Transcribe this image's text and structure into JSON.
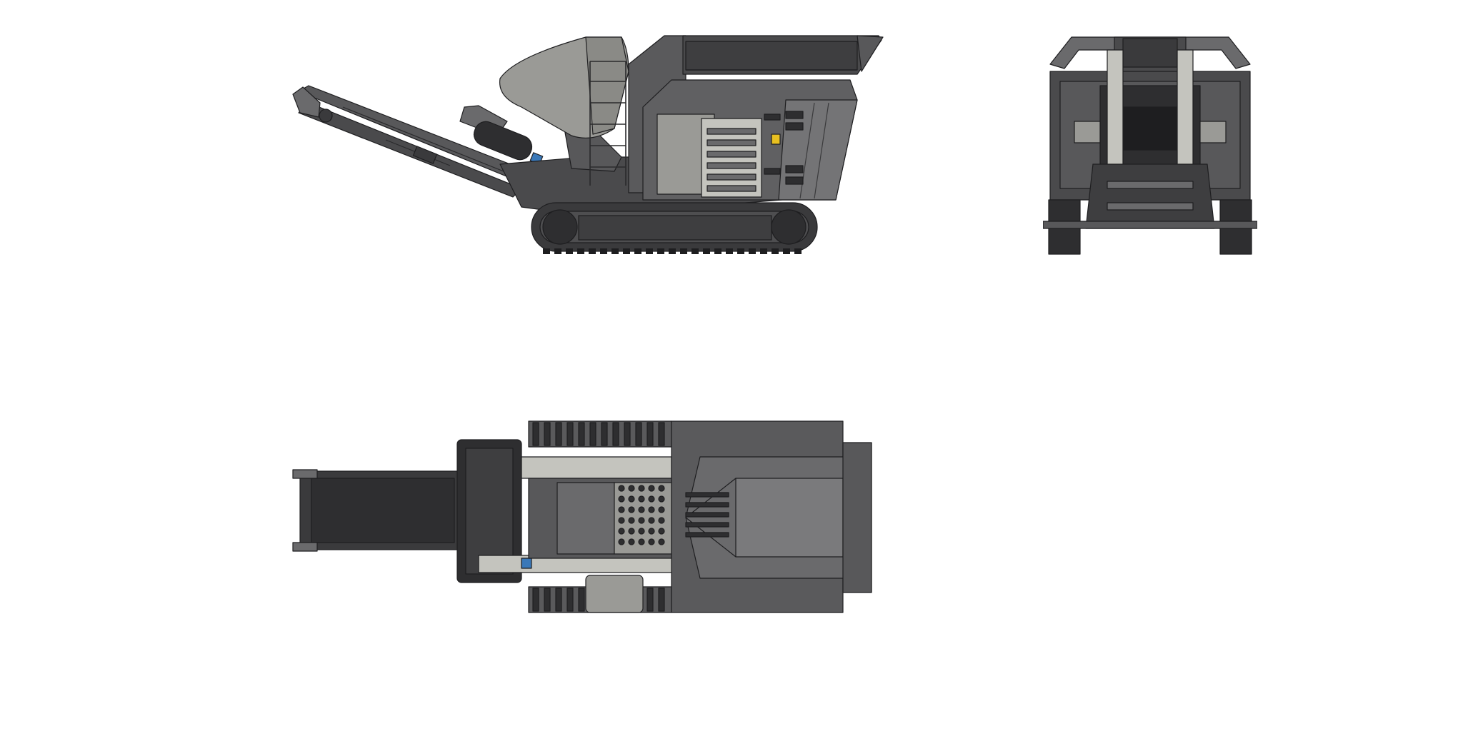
{
  "drawing": {
    "views": [
      {
        "id": "side-elevation",
        "visible": true
      },
      {
        "id": "front-elevation",
        "visible": true
      },
      {
        "id": "top-plan",
        "visible": true
      }
    ],
    "colors": {
      "background": "#ffffff",
      "body_dark": "#4a4a4c",
      "body_mid": "#606062",
      "body_light": "#9a9a96",
      "panel_pale": "#c4c4be",
      "track": "#3a3a3c",
      "outline": "#1e1e20",
      "accent_blue": "#3a78b8",
      "accent_yellow": "#e8c020"
    }
  }
}
